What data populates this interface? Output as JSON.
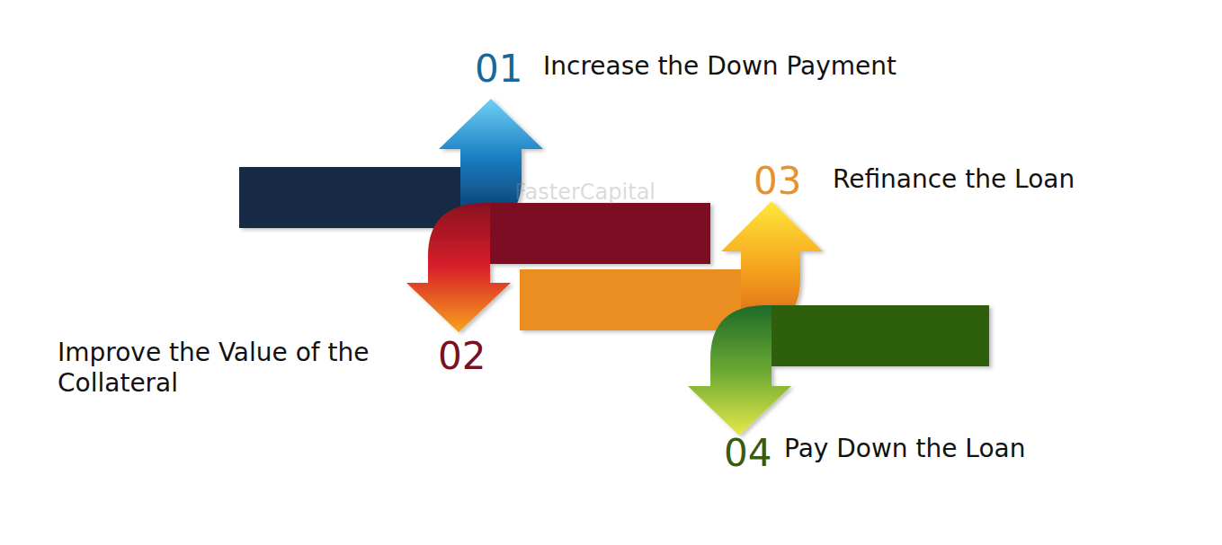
{
  "diagram": {
    "labels": [
      "01",
      "Increase the Down Payment",
      "03",
      "Refinance the Loan",
      "FasterCapital",
      "Improve the Value of the Collateral",
      "02",
      "04",
      "Pay Down the Loan"
    ]
  }
}
